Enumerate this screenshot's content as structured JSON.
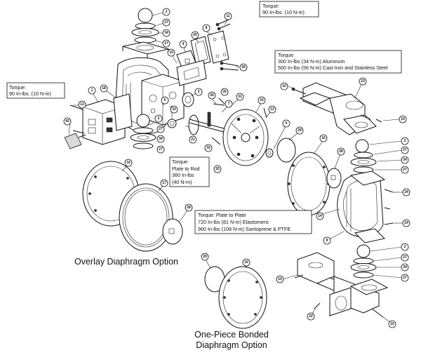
{
  "torque_notes": {
    "top": {
      "line1": "Torque:",
      "line2": "90 In-lbs. (10 N-m)"
    },
    "left": {
      "line1": "Torque:",
      "line2": "90 In-lbs. (10 N-m)"
    },
    "manifold": {
      "line1": "Torque:",
      "line2": "300 In-lbs (34 N-m) Aluminum",
      "line3": "500 In-lbs (56 N-m) Cast Iron and Stainless Steel"
    },
    "rod": {
      "line1": "Torque:",
      "line2": "Plate to Rod",
      "line3": "360 In-lbs",
      "line4": "(40 N-m)"
    },
    "plate": {
      "line1": "Torque:  Plate to Plate",
      "line2": "720 In-lbs (81 N-m) Elastomeric",
      "line3": "960 In-lbs (108 N-m) Santoprene & PTFE"
    }
  },
  "captions": {
    "overlay": "Overlay Diaphragm Option",
    "bonded_1": "One-Piece Bonded",
    "bonded_2": "Diaphragm Option"
  },
  "callouts": {
    "c1": "2",
    "c2": "27",
    "c3": "34",
    "c4": "27",
    "c5": "11",
    "c6": "8",
    "c7": "20",
    "c8": "4",
    "c9": "35",
    "c10": "19",
    "c11": "3",
    "c12": "1",
    "c13": "18",
    "c14": "12",
    "c15": "43",
    "c16": "2",
    "c17": "27",
    "c18": "34",
    "c19": "27",
    "c20": "33",
    "c21": "21",
    "c22": "5",
    "c23": "30",
    "c24": "26",
    "c25": "7",
    "c26": "31",
    "c27": "32",
    "c28": "25",
    "c29": "15",
    "c30": "13",
    "c31": "10",
    "c32": "23",
    "c33": "10",
    "c34": "6",
    "c35": "29",
    "c36": "16",
    "c37": "28",
    "c38": "2",
    "c39": "27",
    "c40": "34",
    "c41": "27",
    "c42": "24",
    "c43": "14",
    "c44": "24",
    "c45": "9",
    "c46": "16",
    "c47": "17",
    "c48": "28",
    "c49": "29",
    "c50": "16",
    "c51": "2",
    "c52": "27",
    "c53": "34",
    "c54": "27",
    "c55": "10",
    "c56": "22",
    "c57": "10"
  }
}
